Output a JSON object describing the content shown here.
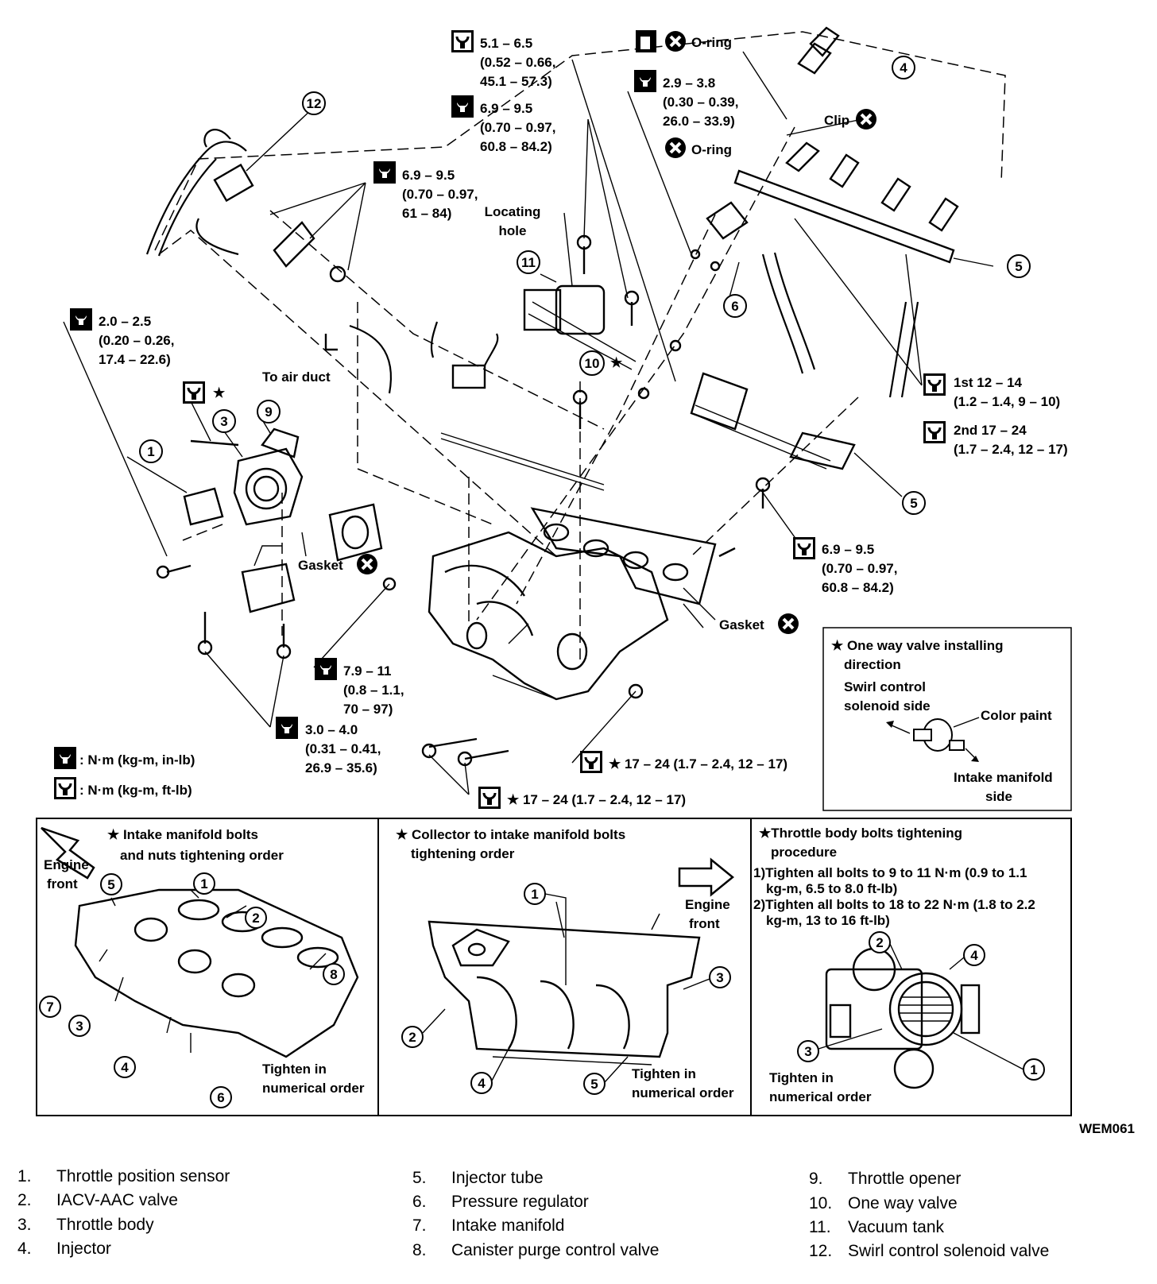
{
  "diagram_code": "WEM061",
  "torque_specs": {
    "t1": [
      "5.1 – 6.5",
      "(0.52 – 0.66,",
      "45.1 – 57.3)"
    ],
    "t2": [
      "6.9 – 9.5",
      "(0.70 – 0.97,",
      "60.8 – 84.2)"
    ],
    "t3": [
      "2.9 – 3.8",
      "(0.30 – 0.39,",
      "26.0 – 33.9)"
    ],
    "t4": [
      "6.9 – 9.5",
      "(0.70 – 0.97,",
      "61 – 84)"
    ],
    "t5": [
      "2.0 – 2.5",
      "(0.20 – 0.26,",
      "17.4 – 22.6)"
    ],
    "t6": [
      "1st 12 – 14",
      "(1.2 – 1.4, 9 – 10)"
    ],
    "t7": [
      "2nd 17 – 24",
      "(1.7 – 2.4, 12 – 17)"
    ],
    "t8": [
      "6.9 – 9.5",
      "(0.70 – 0.97,",
      "60.8 – 84.2)"
    ],
    "t9": [
      "7.9 – 11",
      "(0.8 – 1.1,",
      "70 – 97)"
    ],
    "t10": [
      "3.0 – 4.0",
      "(0.31 – 0.41,",
      "26.9 – 35.6)"
    ],
    "t11": "★ 17 – 24 (1.7 – 2.4, 12 – 17)",
    "t12": "★ 17 – 24 (1.7 – 2.4, 12 – 17)"
  },
  "callouts": {
    "oring1": "O-ring",
    "oring2": "O-ring",
    "clip": "Clip",
    "locating_hole": [
      "Locating",
      "hole"
    ],
    "to_air_duct": "To air duct",
    "gasket1": "Gasket",
    "gasket2": "Gasket",
    "star": "★",
    "n1": "1",
    "n3": "3",
    "n4": "4",
    "n5": "5",
    "n5b": "5",
    "n6": "6",
    "n9": "9",
    "n10": "10",
    "n11": "11",
    "n12": "12"
  },
  "units_legend": {
    "in_lb": ": N·m (kg-m, in-lb)",
    "ft_lb": ": N·m (kg-m, ft-lb)"
  },
  "one_way_valve_box": {
    "title": [
      "★ One way valve installing",
      "direction"
    ],
    "swirl_side": [
      "Swirl control",
      "solenoid side"
    ],
    "color_paint": "Color paint",
    "intake_side": [
      "Intake manifold",
      "side"
    ]
  },
  "panel_intake": {
    "title": [
      "★ Intake manifold bolts",
      "and nuts tightening order"
    ],
    "engine_front": [
      "Engine",
      "front"
    ],
    "tighten": [
      "Tighten in",
      "numerical order"
    ],
    "nums": [
      "1",
      "2",
      "3",
      "4",
      "5",
      "6",
      "7",
      "8"
    ]
  },
  "panel_collector": {
    "title": [
      "★ Collector to intake manifold bolts",
      "tightening order"
    ],
    "engine_front": [
      "Engine",
      "front"
    ],
    "tighten": [
      "Tighten in",
      "numerical order"
    ],
    "nums": [
      "1",
      "2",
      "3",
      "4",
      "5"
    ]
  },
  "panel_throttle": {
    "title": [
      "★Throttle body bolts tightening",
      "procedure"
    ],
    "step1": [
      "1)Tighten all bolts to 9 to 11 N·m (0.9 to 1.1",
      "kg-m, 6.5 to 8.0 ft-lb)"
    ],
    "step2": [
      "2)Tighten all bolts to 18 to 22 N·m (1.8 to 2.2",
      "kg-m, 13 to 16 ft-lb)"
    ],
    "tighten": [
      "Tighten in",
      "numerical order"
    ],
    "nums": [
      "1",
      "2",
      "3",
      "4"
    ]
  },
  "parts_list": [
    {
      "num": "1.",
      "name": "Throttle position sensor"
    },
    {
      "num": "2.",
      "name": "IACV-AAC valve"
    },
    {
      "num": "3.",
      "name": "Throttle body"
    },
    {
      "num": "4.",
      "name": "Injector"
    },
    {
      "num": "5.",
      "name": "Injector tube"
    },
    {
      "num": "6.",
      "name": "Pressure regulator"
    },
    {
      "num": "7.",
      "name": "Intake manifold"
    },
    {
      "num": "8.",
      "name": "Canister purge control valve"
    },
    {
      "num": "9.",
      "name": "Throttle opener"
    },
    {
      "num": "10.",
      "name": "One way valve"
    },
    {
      "num": "11.",
      "name": "Vacuum tank"
    },
    {
      "num": "12.",
      "name": "Swirl control solenoid valve"
    }
  ]
}
